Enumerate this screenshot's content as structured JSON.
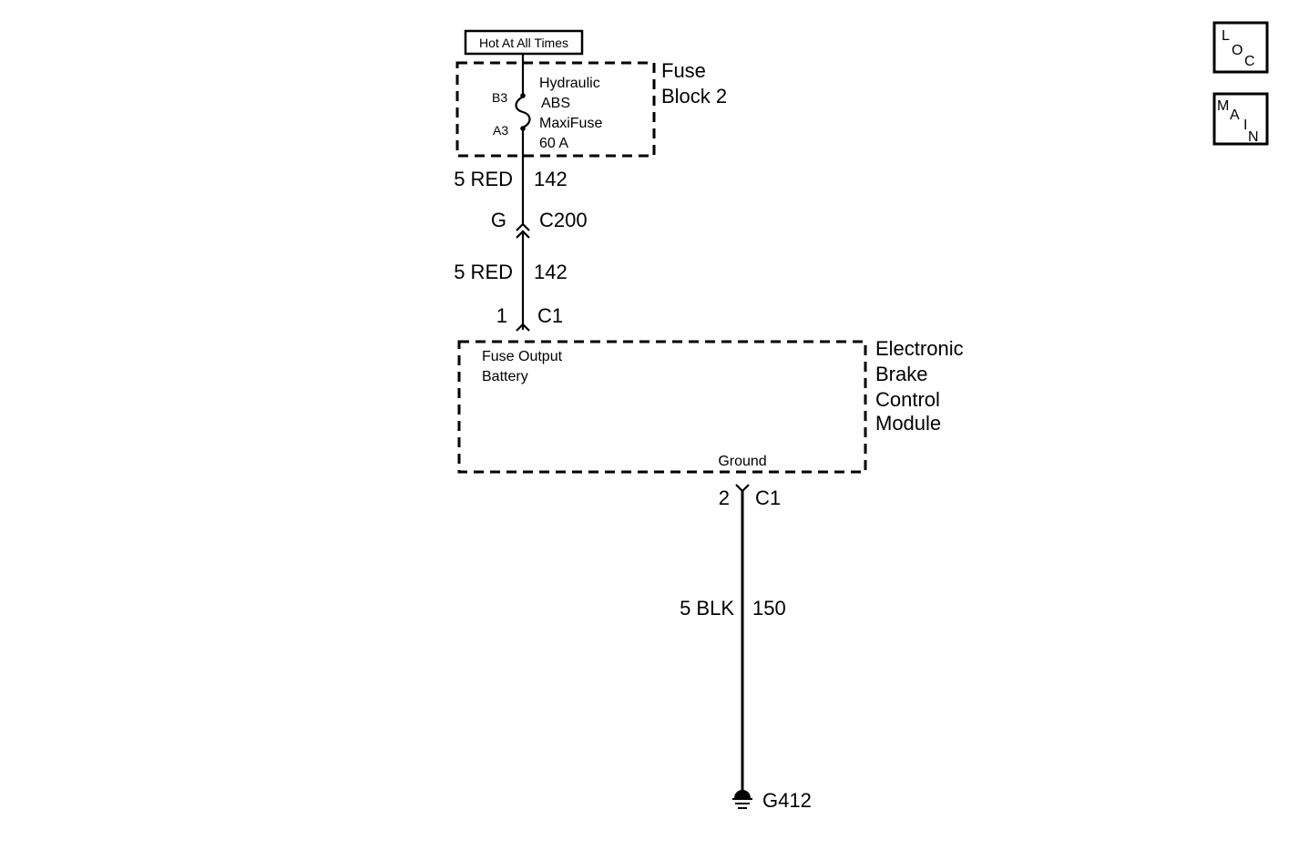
{
  "power_source": {
    "label": "Hot At All Times"
  },
  "fuse_block": {
    "name_line1": "Fuse",
    "name_line2": "Block 2",
    "fuse_lines": [
      "Hydraulic",
      "ABS",
      "MaxiFuse",
      "60 A"
    ],
    "pin_top": "B3",
    "pin_bottom": "A3"
  },
  "wire_upper": {
    "gauge_color": "5 RED",
    "circuit": "142"
  },
  "inline_connector": {
    "pin": "G",
    "name": "C200"
  },
  "wire_middle": {
    "gauge_color": "5 RED",
    "circuit": "142"
  },
  "module_conn_top": {
    "pin": "1",
    "name": "C1"
  },
  "module": {
    "name_lines": [
      "Electronic",
      "Brake",
      "Control",
      "Module"
    ],
    "input_lines": [
      "Fuse Output",
      "Battery"
    ],
    "ground_label": "Ground"
  },
  "module_conn_bottom": {
    "pin": "2",
    "name": "C1"
  },
  "wire_ground": {
    "gauge_color": "5 BLK",
    "circuit": "150"
  },
  "ground_point": {
    "name": "G412"
  },
  "nav": {
    "loc": [
      "L",
      "O",
      "C"
    ],
    "main": [
      "M",
      "A",
      "I",
      "N"
    ]
  }
}
